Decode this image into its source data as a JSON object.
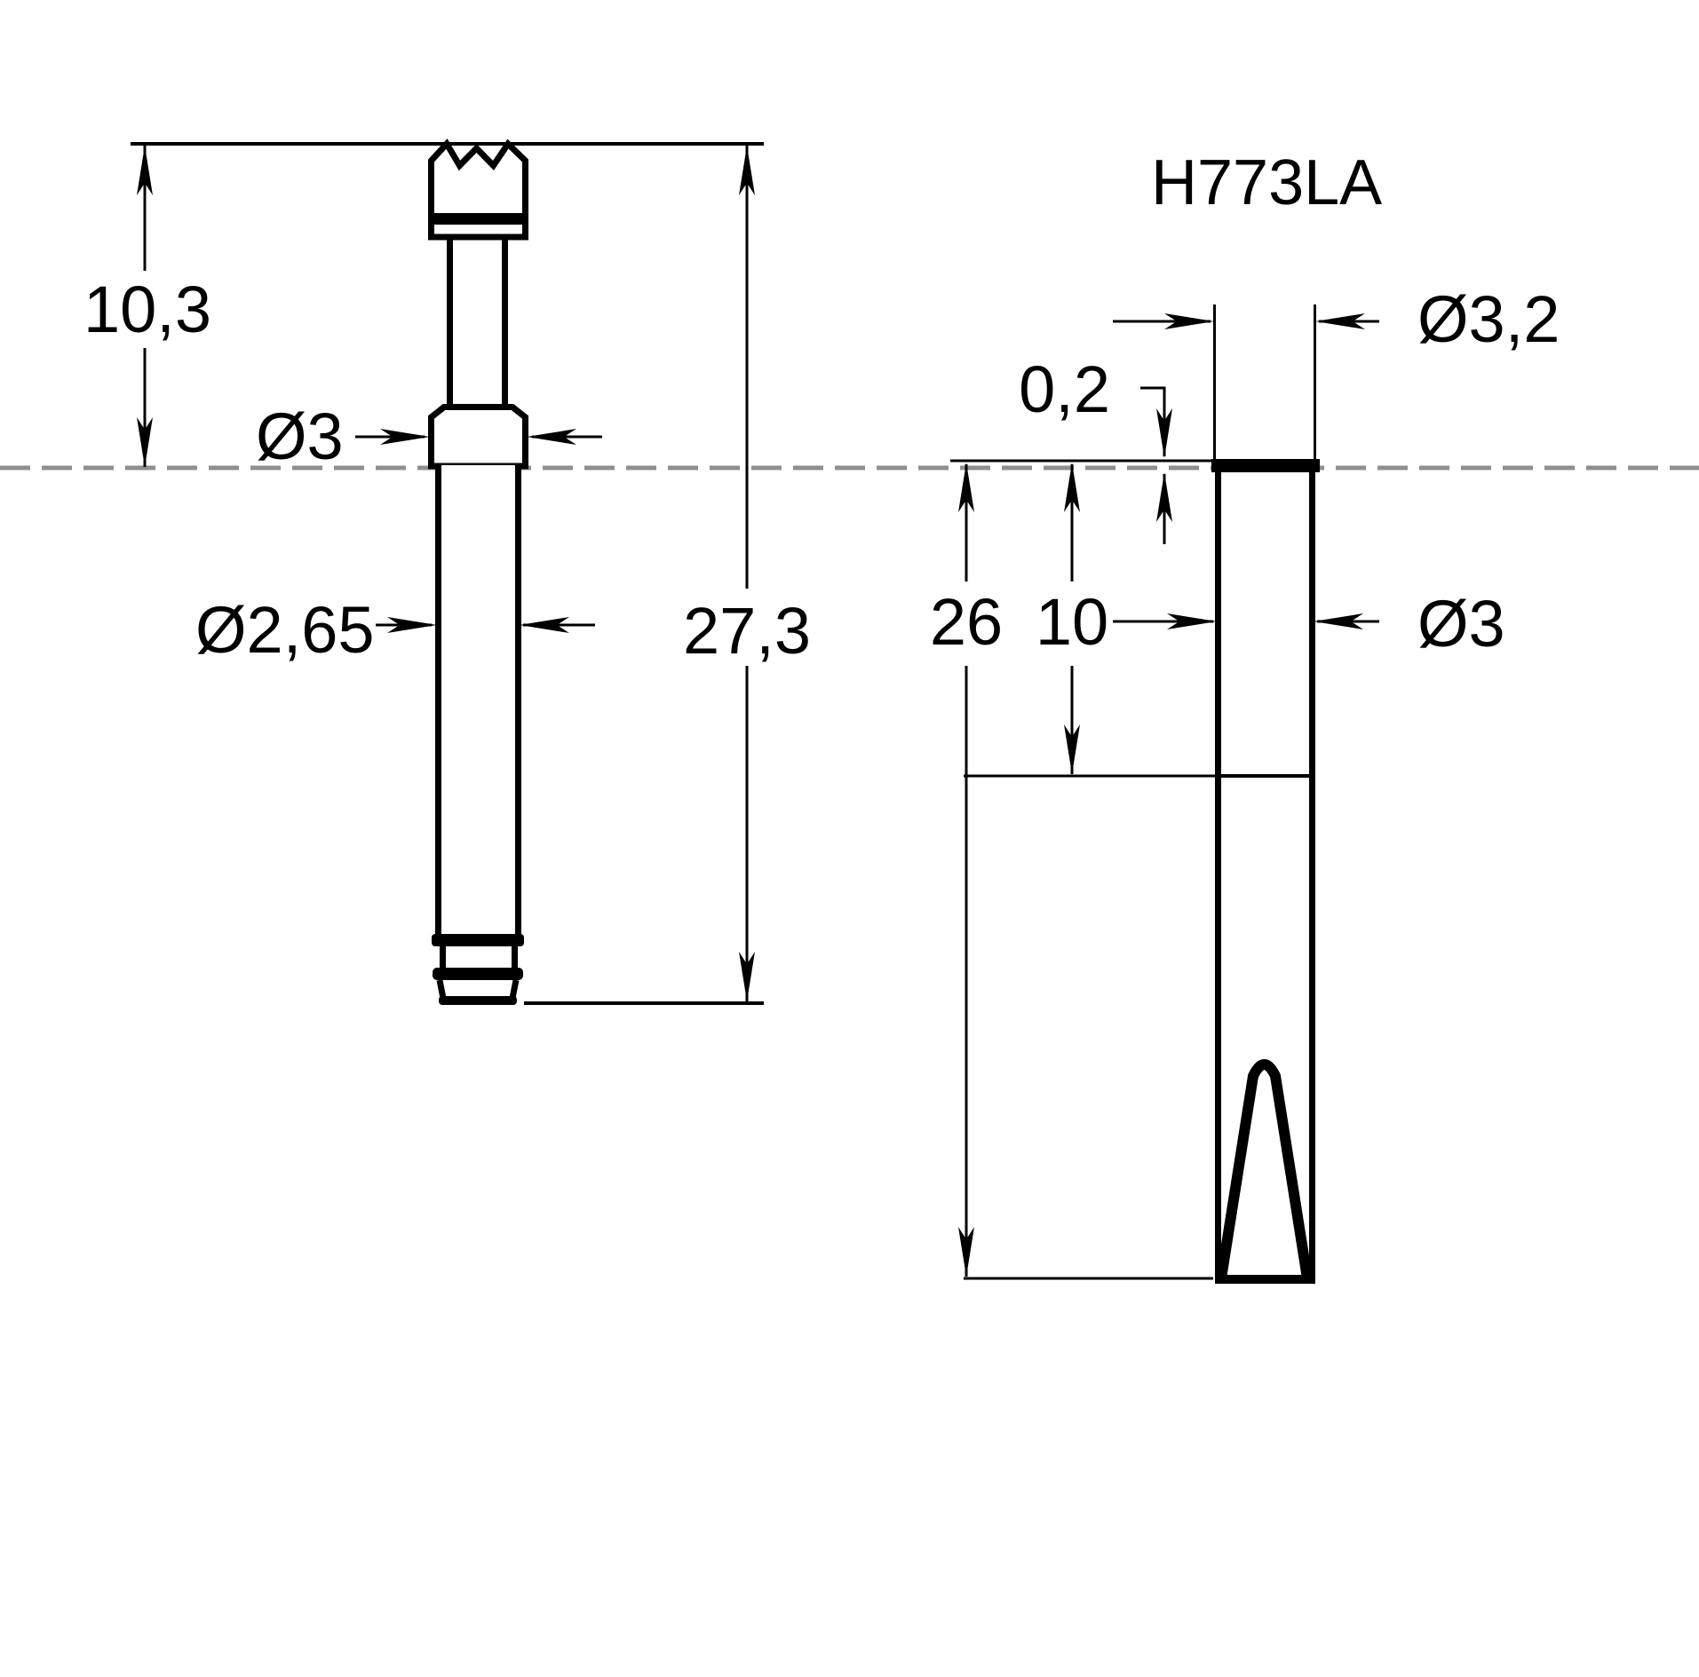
{
  "drawing": {
    "part_number": "H773LA",
    "colors": {
      "line": "#000000",
      "mounting_plane": "#8f8f8f",
      "background": "#ffffff"
    },
    "left_view": {
      "name": "spring-probe-side-view",
      "dims": {
        "above_plane_length": {
          "label": "10,3"
        },
        "collar_diameter": {
          "label": "Ø3"
        },
        "barrel_diameter": {
          "label": "Ø2,65"
        },
        "overall_length": {
          "label": "27,3"
        }
      }
    },
    "right_view": {
      "name": "receptacle-side-view",
      "title": "H773LA",
      "dims": {
        "flange_diameter": {
          "label": "Ø3,2"
        },
        "flange_thickness": {
          "label": "0,2"
        },
        "overall_length": {
          "label": "26"
        },
        "press_fit_length": {
          "label": "10"
        },
        "body_diameter": {
          "label": "Ø3"
        }
      }
    }
  }
}
